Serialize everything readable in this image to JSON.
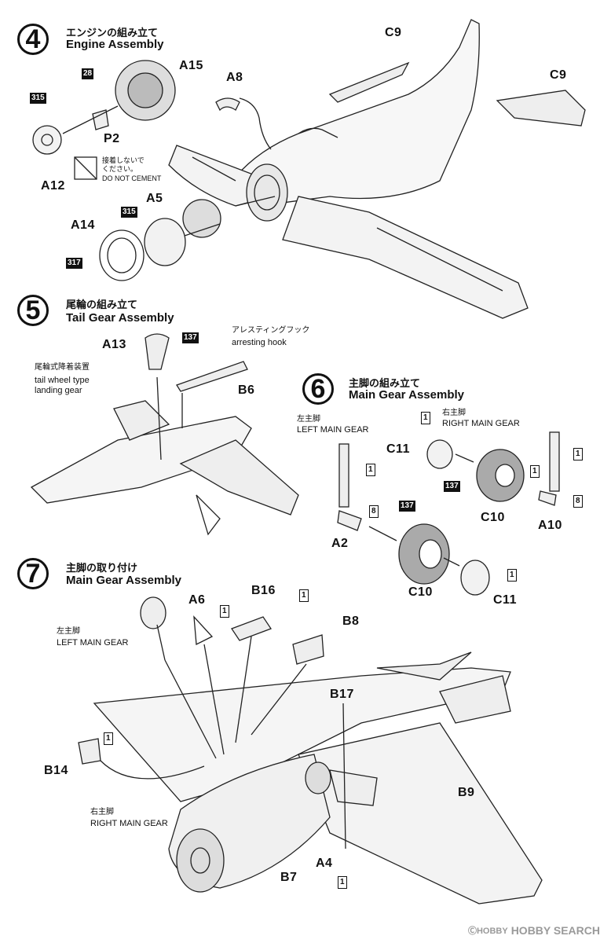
{
  "steps": [
    {
      "number": "4",
      "title_jp": "エンジンの組み立て",
      "title_en": "Engine Assembly"
    },
    {
      "number": "5",
      "title_jp": "尾輪の組み立て",
      "title_en": "Tail Gear Assembly"
    },
    {
      "number": "6",
      "title_jp": "主脚の組み立て",
      "title_en": "Main Gear Assembly"
    },
    {
      "number": "7",
      "title_jp": "主脚の取り付け",
      "title_en": "Main Gear Assembly"
    }
  ],
  "step4": {
    "parts": {
      "a15": "A15",
      "a8": "A8",
      "c9_top": "C9",
      "c9_right": "C9",
      "p2": "P2",
      "a12": "A12",
      "a5": "A5",
      "a14": "A14"
    },
    "paint": {
      "p28": "28",
      "p315a": "315",
      "p315b": "315",
      "p317": "317"
    },
    "caution_jp_1": "接着しないで",
    "caution_jp_2": "ください。",
    "caution_en": "DO NOT CEMENT"
  },
  "step5": {
    "parts": {
      "a13": "A13",
      "b6": "B6"
    },
    "paint": {
      "p137": "137"
    },
    "hook_jp": "アレスティングフック",
    "hook_en": "arresting hook",
    "tail_jp": "尾輪式降着装置",
    "tail_en_1": "tail wheel type",
    "tail_en_2": "landing gear"
  },
  "step6": {
    "left_jp": "左主脚",
    "left_en": "LEFT MAIN GEAR",
    "right_jp": "右主脚",
    "right_en": "RIGHT MAIN GEAR",
    "parts": {
      "c11_top": "C11",
      "c10_right": "C10",
      "a10": "A10",
      "a2": "A2",
      "c10_bottom": "C10",
      "c11_bottom": "C11"
    },
    "paint": {
      "p1a": "1",
      "p1b": "1",
      "p1c": "1",
      "p1d": "1",
      "p8a": "8",
      "p8b": "8",
      "p137a": "137",
      "p137b": "137",
      "p1e": "1"
    }
  },
  "step7": {
    "left_jp": "左主脚",
    "left_en": "LEFT MAIN GEAR",
    "right_jp": "右主脚",
    "right_en": "RIGHT MAIN GEAR",
    "parts": {
      "a6": "A6",
      "b16": "B16",
      "b8": "B8",
      "b17": "B17",
      "b14": "B14",
      "b9": "B9",
      "a4": "A4",
      "b7": "B7"
    },
    "paint": {
      "p1a": "1",
      "p1b": "1",
      "p1c": "1",
      "p1d": "1"
    }
  },
  "watermark": {
    "logo": "ⒸHOBBY",
    "text": "HOBBY SEARCH"
  }
}
